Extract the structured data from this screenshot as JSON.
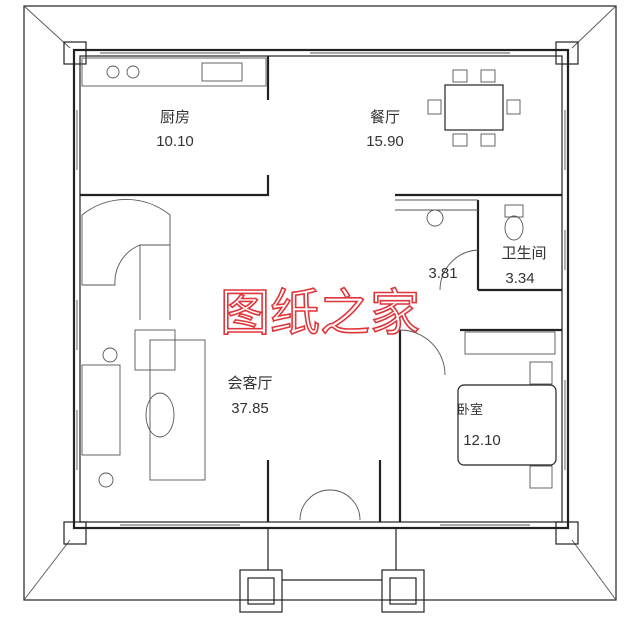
{
  "rooms": {
    "kitchen": {
      "name": "厨房",
      "area": "10.10"
    },
    "dining": {
      "name": "餐厅",
      "area": "15.90"
    },
    "bathroom": {
      "name": "卫生间",
      "area": "3.34"
    },
    "hall": {
      "area": "3.81"
    },
    "living": {
      "name": "会客厅",
      "area": "37.85"
    },
    "bedroom": {
      "name": "卧室",
      "area": "12.10"
    }
  },
  "watermark": "图纸之家",
  "colors": {
    "lines": "#222222",
    "watermark": "#e0353a"
  }
}
